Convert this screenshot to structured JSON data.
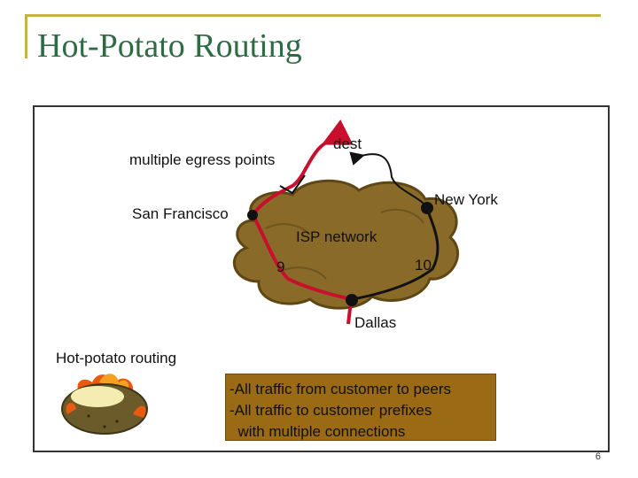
{
  "slide": {
    "title": "Hot-Potato Routing",
    "page_number": "6"
  },
  "diagram": {
    "labels": {
      "multiple_egress": "multiple egress points",
      "dest": "dest",
      "new_york": "New York",
      "san_francisco": "San Francisco",
      "isp_network": "ISP network",
      "cost_9": "9",
      "cost_10": "10",
      "dallas": "Dallas",
      "hot_potato": "Hot-potato routing"
    },
    "info_box": {
      "line1": "-All traffic from customer to peers",
      "line2": "-All traffic to customer prefixes",
      "line3": "  with multiple connections"
    },
    "colors": {
      "cloud": "#8a6a28",
      "cloud_edge": "#5e4715",
      "hot_path": "#c8102e",
      "info_box": "#9a6a14",
      "title": "#2e6b45",
      "accent": "#c8b04a"
    },
    "icons": [
      "hot-potato-icon"
    ]
  }
}
